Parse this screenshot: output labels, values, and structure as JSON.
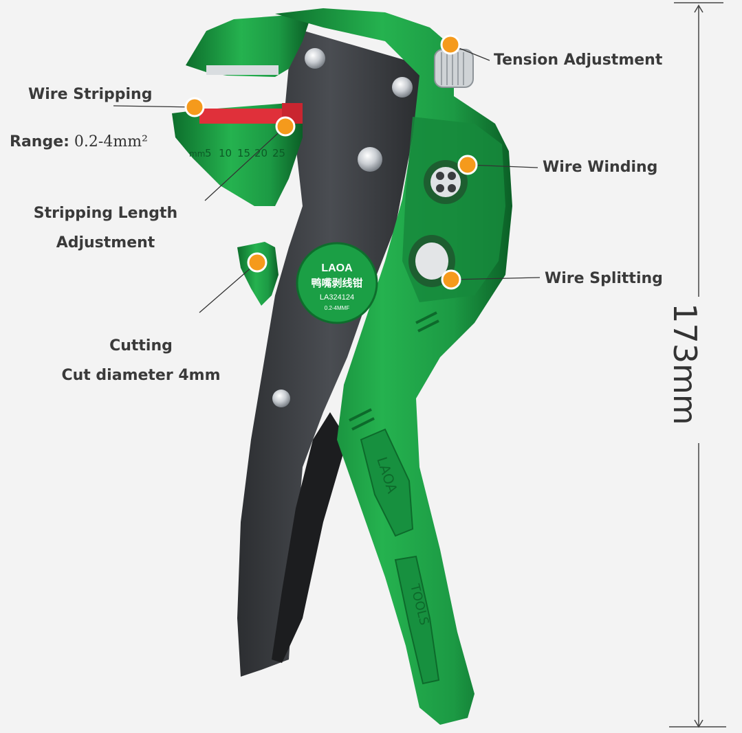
{
  "labels": {
    "tension": "Tension Adjustment",
    "wire_stripping": "Wire Stripping",
    "range_label": "Range:",
    "range_value": "0.2-4mm²",
    "stripping_length_1": "Stripping Length",
    "stripping_length_2": "Adjustment",
    "wire_winding": "Wire Winding",
    "wire_splitting": "Wire Splitting",
    "cutting_1": "Cutting",
    "cutting_2": "Cut diameter 4mm",
    "height": "173mm"
  },
  "scale": {
    "unit": "mm",
    "ticks": [
      "5",
      "10",
      "15",
      "20",
      "25"
    ]
  },
  "badge": {
    "brand": "LAOA",
    "chinese_name": "鸭嘴剥线钳",
    "model": "LA324124",
    "spec": "0.2-4MMF"
  },
  "handle_text": {
    "brand": "LAOA",
    "word": "TOOLS"
  },
  "colors": {
    "body_green": "#1fa347",
    "dark_green": "#0f7a33",
    "metal_dark": "#3b3e42",
    "marker_orange": "#f59a1c",
    "jaw_red": "#e0303a"
  }
}
